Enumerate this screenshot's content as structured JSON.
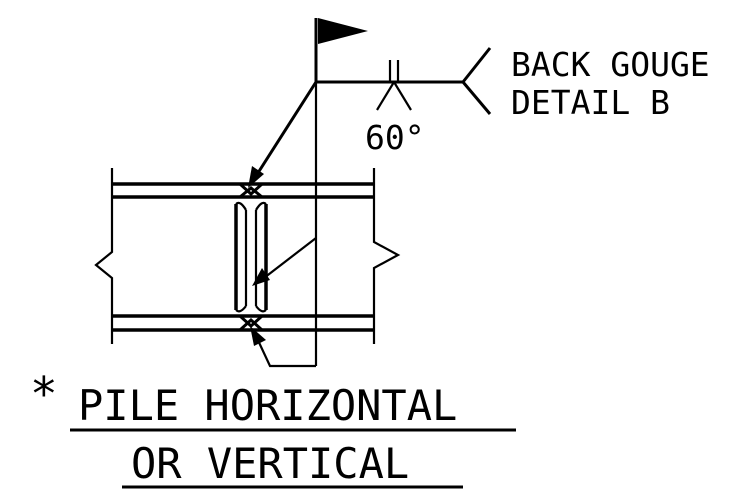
{
  "callout": {
    "line1": "BACK GOUGE",
    "line2": "DETAIL B"
  },
  "weld": {
    "angle": "60°"
  },
  "note": {
    "asterisk": "*",
    "line1": "PILE HORIZONTAL",
    "line2": "OR VERTICAL"
  },
  "colors": {
    "ink": "#000000",
    "background": "#ffffff"
  },
  "icons": {
    "field_weld_flag": "flag-icon",
    "arrowhead": "arrow-icon"
  }
}
